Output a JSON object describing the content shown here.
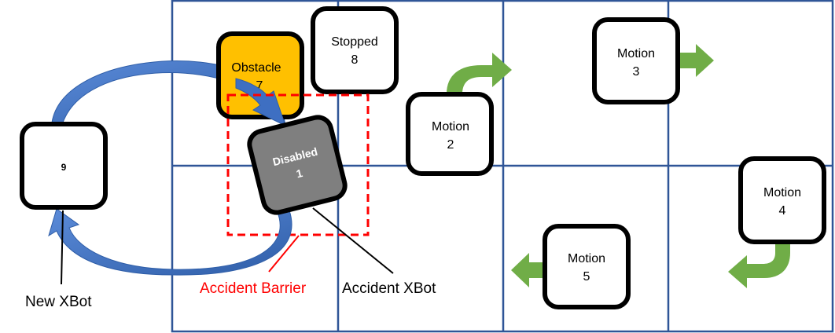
{
  "colors": {
    "grid_line": "#2F5597",
    "bot_border": "#000000",
    "bot_fill": "#FFFFFF",
    "obstacle_fill": "#FFC000",
    "disabled_fill": "#7F7F7F",
    "disabled_text": "#FFFFFF",
    "loop_arrow": "#4472C4",
    "motion_arrow": "#70AD47",
    "barrier": "#FF0000"
  },
  "xbots": {
    "obstacle": {
      "title": "Obstacle",
      "number": "7"
    },
    "stopped": {
      "title": "Stopped",
      "number": "8"
    },
    "disabled": {
      "title": "Disabled",
      "number": "1"
    },
    "motion_2": {
      "title": "Motion",
      "number": "2"
    },
    "motion_3": {
      "title": "Motion",
      "number": "3"
    },
    "motion_4": {
      "title": "Motion",
      "number": "4"
    },
    "motion_5": {
      "title": "Motion",
      "number": "5"
    },
    "new": {
      "number": "9"
    }
  },
  "captions": {
    "new_xbot": "New XBot",
    "accident_barrier": "Accident Barrier",
    "accident_xbot": "Accident XBot"
  }
}
